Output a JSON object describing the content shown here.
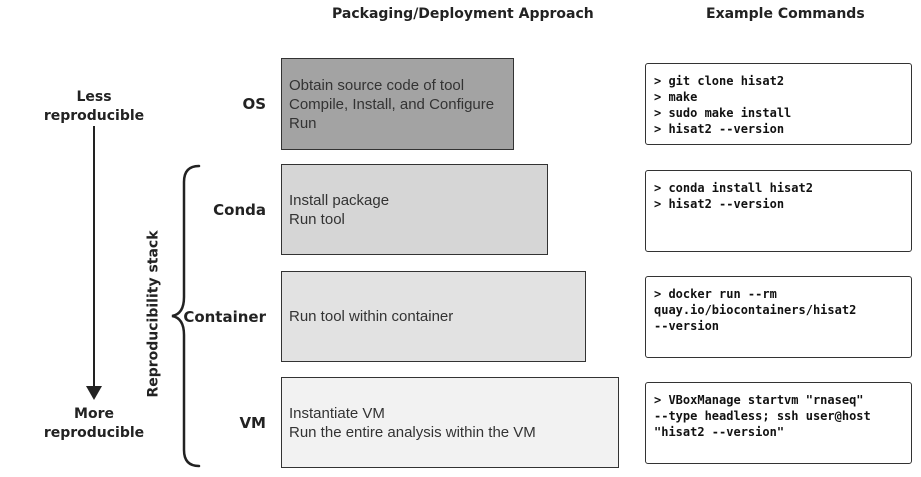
{
  "headers": {
    "approach": "Packaging/Deployment Approach",
    "commands": "Example Commands"
  },
  "axis": {
    "top_line1": "Less",
    "top_line2": "reproducible",
    "bottom_line1": "More",
    "bottom_line2": "reproducible"
  },
  "stack_label": "Reproducibility stack",
  "colors": {
    "os_fill": "#a3a3a3",
    "conda_fill": "#d6d6d6",
    "container_fill": "#e2e2e2",
    "vm_fill": "#f2f2f2",
    "line": "#222222"
  },
  "levels": [
    {
      "name": "OS",
      "steps": [
        "Obtain source code of tool",
        "Compile, Install, and Configure",
        "Run"
      ],
      "commands": [
        "> git clone hisat2",
        "> make",
        "> sudo make install",
        "> hisat2 --version"
      ]
    },
    {
      "name": "Conda",
      "steps": [
        "Install package",
        "Run tool"
      ],
      "commands": [
        "> conda install hisat2",
        "> hisat2 --version"
      ]
    },
    {
      "name": "Container",
      "steps": [
        "Run tool within container"
      ],
      "commands": [
        "> docker run --rm",
        "quay.io/biocontainers/hisat2",
        "--version"
      ]
    },
    {
      "name": "VM",
      "steps": [
        "Instantiate VM",
        "Run the entire analysis within the VM"
      ],
      "commands": [
        "> VBoxManage startvm \"rnaseq\"",
        "--type headless; ssh user@host",
        "\"hisat2 --version\""
      ]
    }
  ]
}
